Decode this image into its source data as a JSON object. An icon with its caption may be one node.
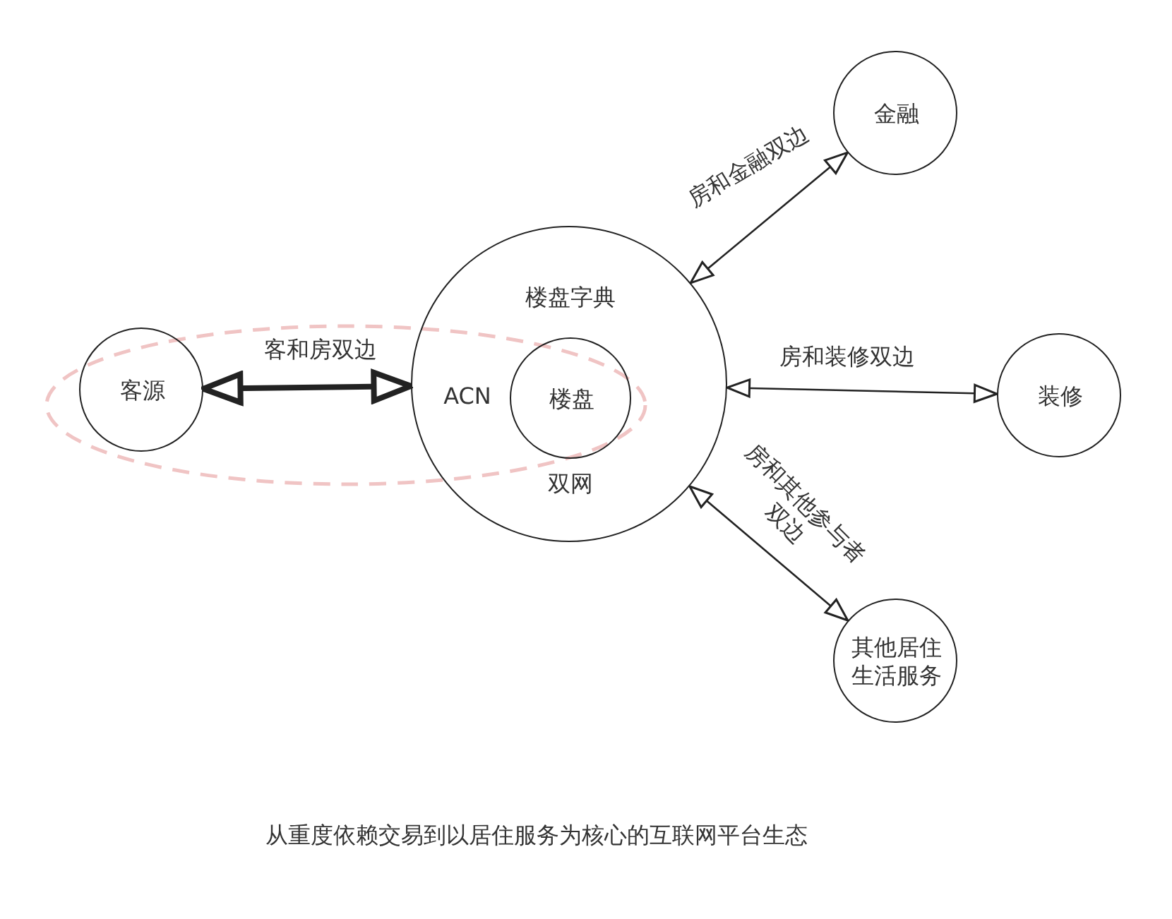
{
  "diagram": {
    "caption": "从重度依赖交易到以居住服务为核心的互联网平台生态",
    "nodes": [
      {
        "text": [
          "楼盘字典",
          "ACN",
          "双网"
        ]
      },
      {
        "text": [
          "楼盘"
        ],
        "in": 0
      },
      {
        "text": [
          "客源"
        ]
      },
      {
        "text": [
          "金融"
        ]
      },
      {
        "text": [
          "装修"
        ]
      },
      {
        "text": [
          "其他居住生活服务"
        ]
      }
    ],
    "edges": [
      {
        "from": 2,
        "to": 0,
        "arrow": "both",
        "label": "客和房双边",
        "style": "thick"
      },
      {
        "from": 0,
        "to": 3,
        "arrow": "both",
        "label": "房和金融双边"
      },
      {
        "from": 0,
        "to": 4,
        "arrow": "both",
        "label": "房和装修双边"
      },
      {
        "from": 0,
        "to": 5,
        "arrow": "both",
        "label": "房和其他参与者双边"
      }
    ]
  }
}
